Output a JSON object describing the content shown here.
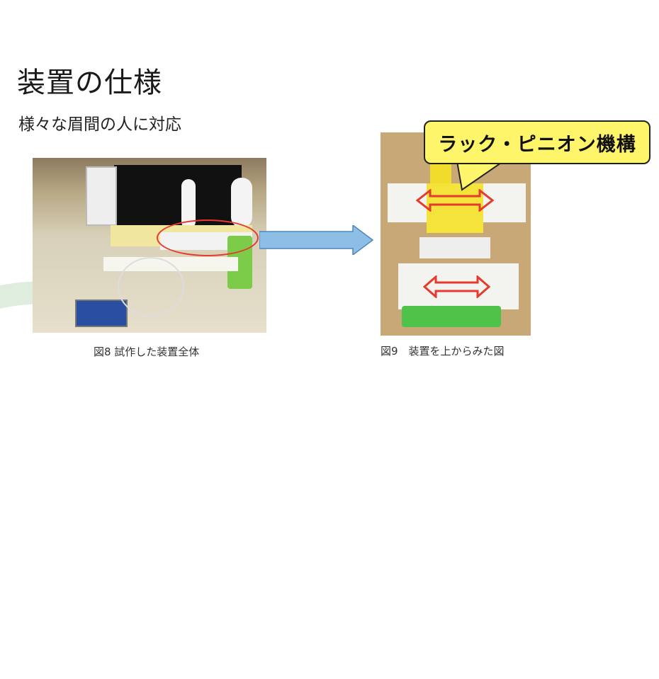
{
  "slide": {
    "title": "装置の仕様",
    "subtitle": "様々な眉間の人に対応"
  },
  "figures": [
    {
      "caption": "図8 試作した装置全体",
      "image": "prototype-device-photo"
    },
    {
      "caption": "図9　装置を上からみた図",
      "image": "device-top-view-photo"
    }
  ],
  "callout": {
    "text": "ラック・ピニオン機構"
  },
  "colors": {
    "callout_fill": "#fff56a",
    "arrow_fill": "#8dbfe6",
    "highlight_red": "#e53a2e",
    "swoosh_green": "#cfe3cf"
  }
}
